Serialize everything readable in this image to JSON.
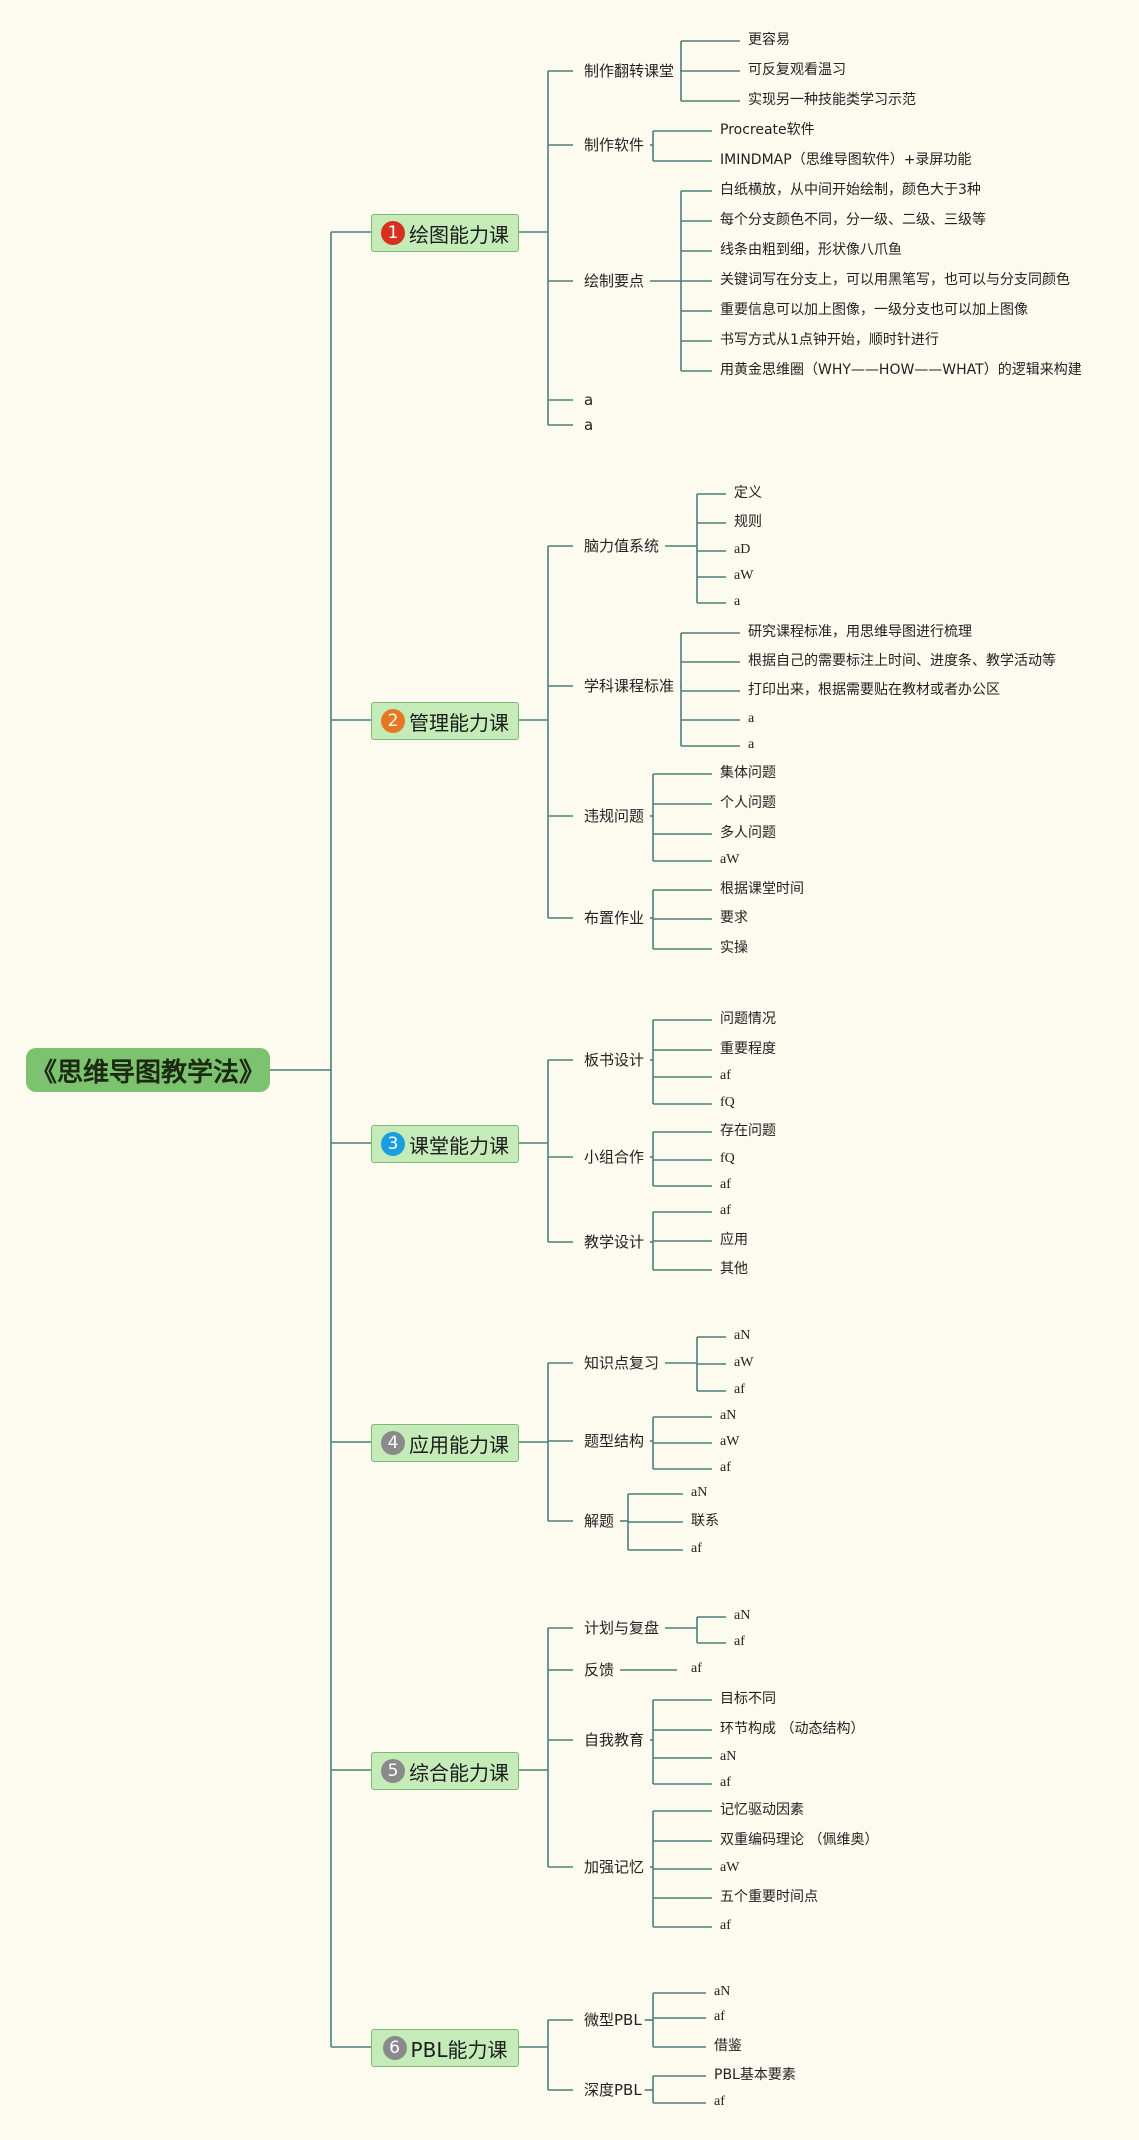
{
  "root": "《思维导图教学法》",
  "colors": {
    "line": "#4b7f7c",
    "root": "#7dc26e",
    "category": "#c4ebb8"
  },
  "categories": [
    {
      "num": "1",
      "label": "绘图能力课",
      "color": "#d7301f",
      "subs": [
        {
          "label": "制作翻转课堂",
          "leaves": [
            "更容易",
            "可反复观看温习",
            "实现另一种技能类学习示范"
          ]
        },
        {
          "label": "制作软件",
          "leaves": [
            "Procreate软件",
            "IMINDMAP（思维导图软件）+录屏功能"
          ]
        },
        {
          "label": "绘制要点",
          "leaves": [
            "白纸横放，从中间开始绘制，颜色大于3种",
            "每个分支颜色不同，分一级、二级、三级等",
            "线条由粗到细，形状像八爪鱼",
            "关键词写在分支上，可以用黑笔写，也可以与分支同颜色",
            "重要信息可以加上图像，一级分支也可以加上图像",
            "书写方式从1点钟开始，顺时针进行",
            "用黄金思维圈（WHY——HOW——WHAT）的逻辑来构建"
          ]
        },
        {
          "label": "a",
          "leaves": []
        },
        {
          "label": "a",
          "leaves": []
        }
      ]
    },
    {
      "num": "2",
      "label": "管理能力课",
      "color": "#e87722",
      "subs": [
        {
          "label": "脑力值系统",
          "leaves": [
            "定义",
            "规则",
            "aD",
            "aW",
            "a"
          ]
        },
        {
          "label": "学科课程标准",
          "leaves": [
            "研究课程标准，用思维导图进行梳理",
            "根据自己的需要标注上时间、进度条、教学活动等",
            "打印出来，根据需要贴在教材或者办公区",
            "a",
            "a"
          ]
        },
        {
          "label": "违规问题",
          "leaves": [
            "集体问题",
            "个人问题",
            "多人问题",
            "aW"
          ]
        },
        {
          "label": "布置作业",
          "leaves": [
            "根据课堂时间",
            "要求",
            "实操"
          ]
        }
      ]
    },
    {
      "num": "3",
      "label": "课堂能力课",
      "color": "#1a9ee0",
      "subs": [
        {
          "label": "板书设计",
          "leaves": [
            "问题情况",
            "重要程度",
            "af",
            "fQ"
          ]
        },
        {
          "label": "小组合作",
          "leaves": [
            "存在问题",
            "fQ",
            "af"
          ]
        },
        {
          "label": "教学设计",
          "leaves": [
            "af",
            "应用",
            "其他"
          ]
        }
      ]
    },
    {
      "num": "4",
      "label": "应用能力课",
      "color": "#8a8a8a",
      "subs": [
        {
          "label": "知识点复习",
          "leaves": [
            "aN",
            "aW",
            "af"
          ]
        },
        {
          "label": "题型结构",
          "leaves": [
            "aN",
            "aW",
            "af"
          ]
        },
        {
          "label": "解题",
          "leaves": [
            "aN",
            "联系",
            "af"
          ]
        }
      ]
    },
    {
      "num": "5",
      "label": "综合能力课",
      "color": "#8a8a8a",
      "subs": [
        {
          "label": "计划与复盘",
          "leaves": [
            "aN",
            "af"
          ]
        },
        {
          "label": "反馈",
          "leaves": [
            "af"
          ]
        },
        {
          "label": "自我教育",
          "leaves": [
            "目标不同",
            "环节构成 （动态结构）",
            "aN",
            "af"
          ]
        },
        {
          "label": "加强记忆",
          "leaves": [
            "记忆驱动因素",
            "双重编码理论 （佩维奥）",
            "aW",
            "五个重要时间点",
            "af"
          ]
        }
      ]
    },
    {
      "num": "6",
      "label": "PBL能力课",
      "color": "#8a8a8a",
      "subs": [
        {
          "label": "微型PBL",
          "leaves": [
            "aN",
            "af",
            "借鉴"
          ]
        },
        {
          "label": "深度PBL",
          "leaves": [
            "PBL基本要素",
            "af"
          ]
        }
      ]
    }
  ]
}
